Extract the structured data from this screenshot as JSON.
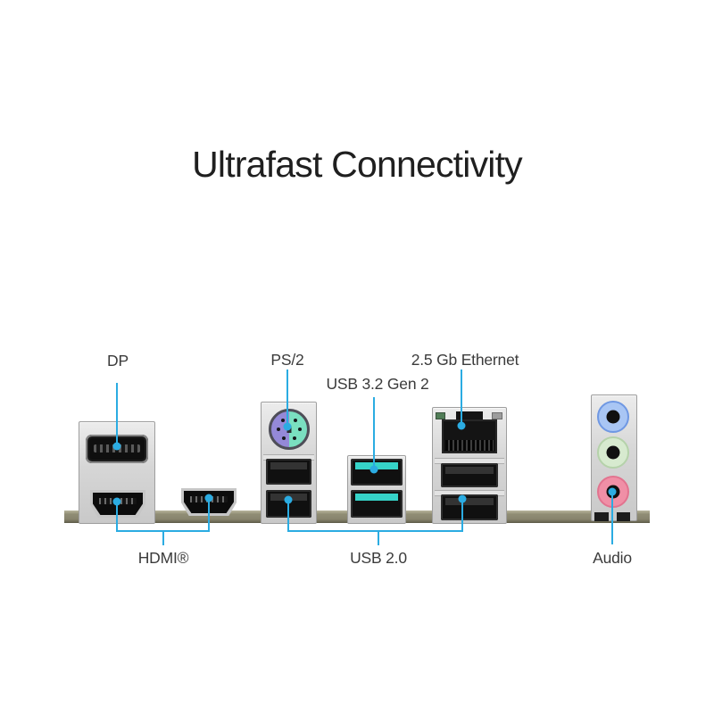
{
  "title": "Ultrafast Connectivity",
  "callouts": {
    "dp": {
      "label": "DP"
    },
    "ps2": {
      "label": "PS/2"
    },
    "usb32": {
      "label": "USB 3.2 Gen 2"
    },
    "ethernet": {
      "label": "2.5 Gb Ethernet"
    },
    "hdmi": {
      "label": "HDMI®"
    },
    "usb20": {
      "label": "USB 2.0"
    },
    "audio": {
      "label": "Audio"
    }
  },
  "colors": {
    "callout": "#2BACE2",
    "title_ink": "#1F1F1F",
    "label_ink": "#3B3B3B",
    "teal": "#36D3C8",
    "ps2_purple": "#9489D8",
    "ps2_green": "#7ADFC0",
    "audio_blue": "#A9C6F4",
    "audio_blue_ring": "#6F98E3",
    "audio_green": "#D7EACF",
    "audio_green_ring": "#B5D2AA",
    "audio_pink": "#F08FA6",
    "audio_pink_ring": "#E2738F",
    "led_green": "#517D57"
  }
}
